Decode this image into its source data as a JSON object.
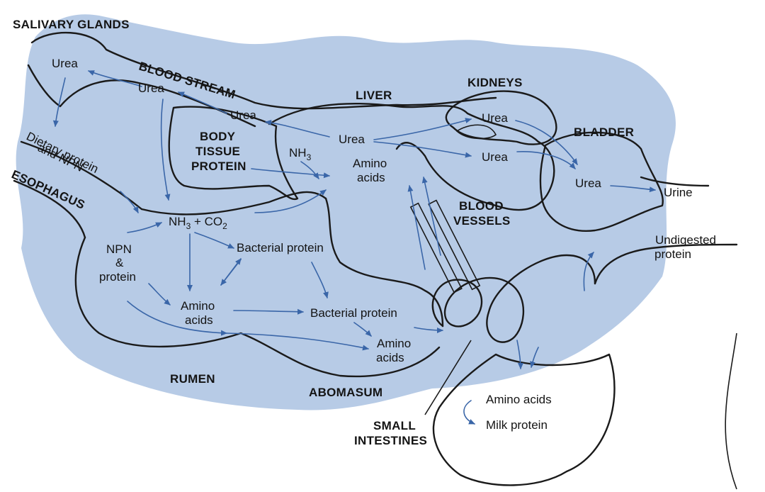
{
  "regions": {
    "salivary_glands": "SALIVARY GLANDS",
    "blood_stream": "BLOOD STREAM",
    "liver": "LIVER",
    "kidneys": "KIDNEYS",
    "bladder": "BLADDER",
    "body_tissue_1": "BODY",
    "body_tissue_2": "TISSUE",
    "body_tissue_3": "PROTEIN",
    "esophagus": "ESOPHAGUS",
    "blood_vessels_1": "BLOOD",
    "blood_vessels_2": "VESSELS",
    "rumen": "RUMEN",
    "abomasum": "ABOMASUM",
    "small_intestines_1": "SMALL",
    "small_intestines_2": "INTESTINES"
  },
  "labels": {
    "urea_salivary": "Urea",
    "urea_blood_1": "Urea",
    "urea_blood_2": "Urea",
    "urea_liver": "Urea",
    "urea_kidney_1": "Urea",
    "urea_kidney_2": "Urea",
    "urea_bladder": "Urea",
    "urine": "Urine",
    "nh3_liver_base": "NH",
    "nh3_liver_sub": "3",
    "amino_liver_1": "Amino",
    "amino_liver_2": "acids",
    "dietary_1": "Dietary protein",
    "dietary_2": "and NPN",
    "nh3co2_a": "NH",
    "nh3co2_sub1": "3",
    "nh3co2_b": " + CO",
    "nh3co2_sub2": "2",
    "npn_1": "NPN",
    "npn_2": "&",
    "npn_3": "protein",
    "bacterial_protein_rumen": "Bacterial protein",
    "amino_rumen_1": "Amino",
    "amino_rumen_2": "acids",
    "bacterial_protein_abomasum": "Bacterial protein",
    "amino_abomasum_1": "Amino",
    "amino_abomasum_2": "acids",
    "undigested_1": "Undigested",
    "undigested_2": "protein",
    "amino_udder": "Amino acids",
    "milk_protein": "Milk protein"
  },
  "colors": {
    "body_fill": "#b7cbe6",
    "arrow": "#3a66a8",
    "outline": "#1a1a1a"
  }
}
